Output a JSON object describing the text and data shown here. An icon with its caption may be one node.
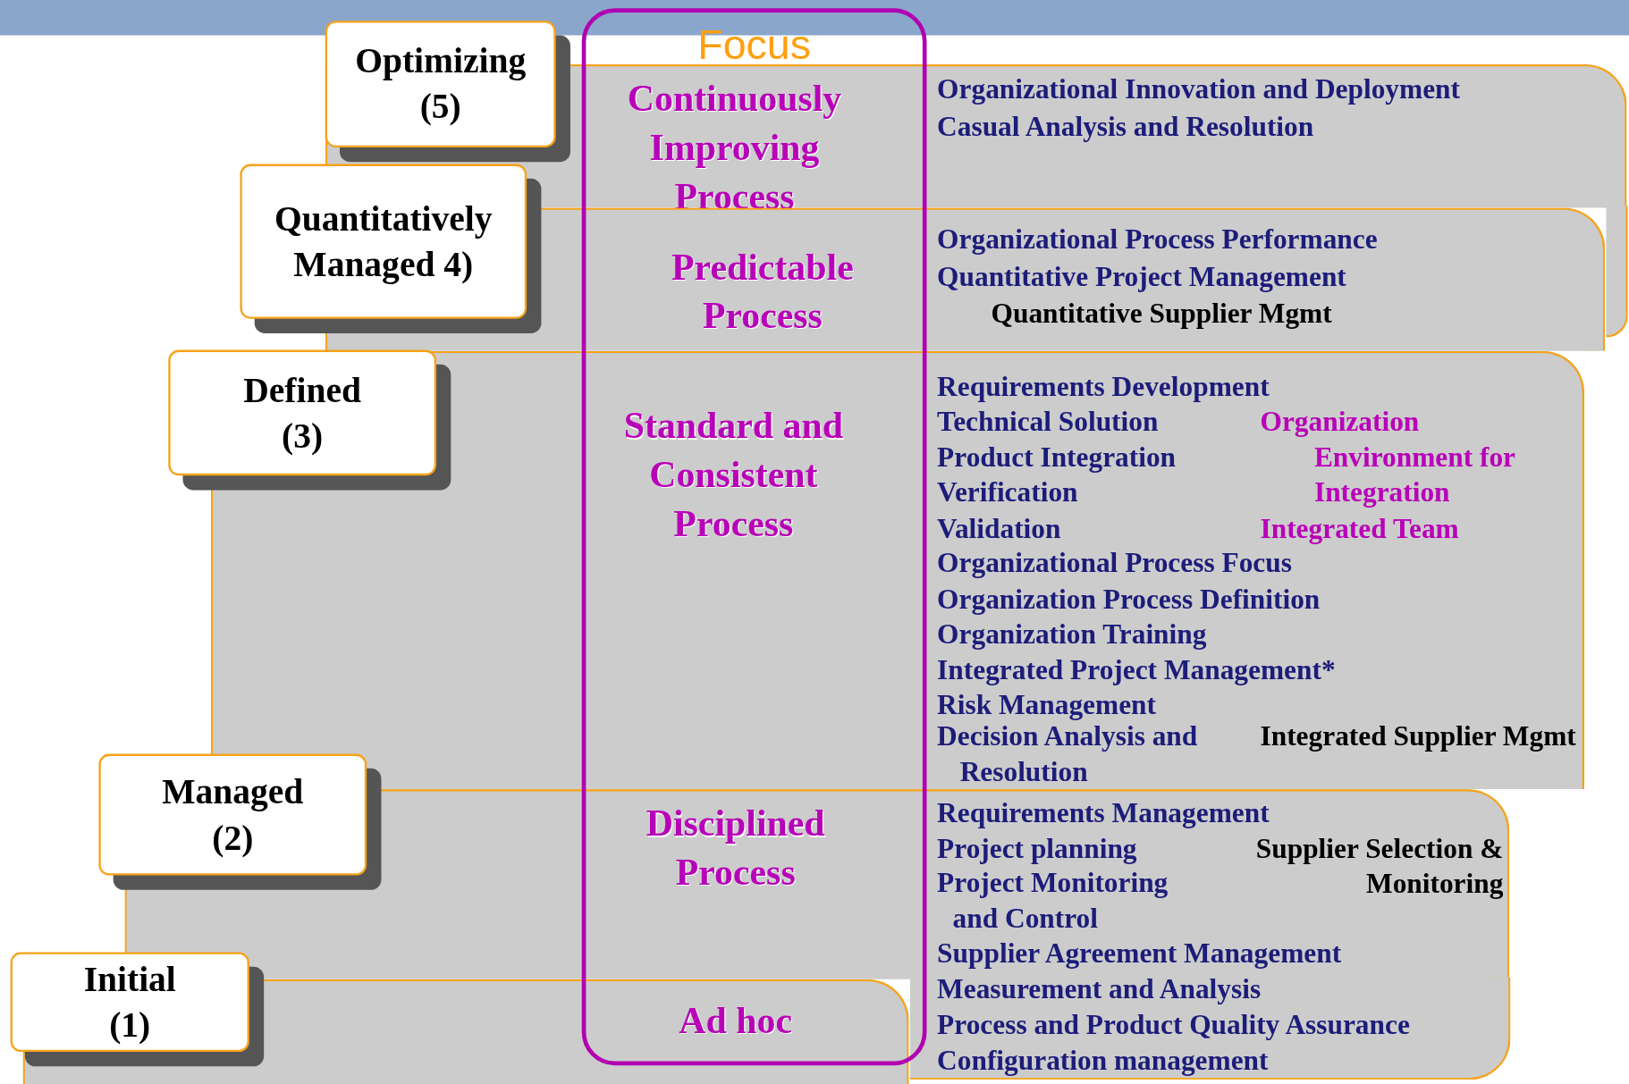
{
  "diagram": {
    "nodes": [
      {
        "text": [
          "Optimizing (5)"
        ]
      },
      {
        "text": [
          "Quantitatively Managed 4)"
        ]
      },
      {
        "text": [
          "Defined (3)"
        ]
      },
      {
        "text": [
          "Managed (2)"
        ]
      },
      {
        "text": [
          "Initial (1)"
        ]
      },
      {
        "text": [
          "Continuously Improving Process",
          "Organizational Innovation and Deployment",
          "Casual Analysis and Resolution"
        ]
      },
      {
        "text": [
          "Predictable Process",
          "Organizational Process Performance",
          "Quantitative Project Management",
          "Quantitative Supplier Mgmt"
        ]
      },
      {
        "text": [
          "Standard and Consistent Process",
          "Requirements Development",
          "Technical Solution",
          "Organization Environment for Integration",
          "Product Integration",
          "Verification",
          "Validation",
          "Integrated Team",
          "Organizational Process Focus",
          "Organization Process Definition",
          "Organization Training",
          "Integrated Project Management*",
          "Risk Management",
          "Decision Analysis and Resolution",
          "Integrated Supplier Mgmt"
        ]
      },
      {
        "text": [
          "Disciplined Process",
          "Requirements Management",
          "Project planning",
          "Supplier Selection & Monitoring",
          "Project Monitoring and Control",
          "Supplier Agreement Management",
          "Measurement and Analysis",
          "Process and Product Quality Assurance",
          "Configuration management"
        ]
      },
      {
        "text": [
          "Ad hoc"
        ]
      }
    ],
    "labels": [
      "Focus"
    ]
  }
}
